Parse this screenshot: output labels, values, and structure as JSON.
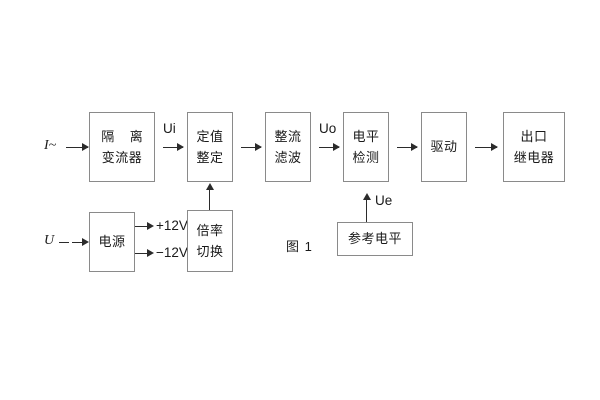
{
  "figure": {
    "caption": "图 1",
    "inputs": {
      "current": "I~",
      "voltage": "U"
    },
    "signals": {
      "ui": "Ui",
      "uo": "Uo",
      "ue": "Ue"
    },
    "rails": {
      "positive": "+12V",
      "negative": "−12V"
    },
    "blocks": {
      "isolation_ct": {
        "line1": "隔 离",
        "line2": "变流器"
      },
      "setting": {
        "line1": "定值",
        "line2": "整定"
      },
      "rectify_filter": {
        "line1": "整流",
        "line2": "滤波"
      },
      "level_detect": {
        "line1": "电平",
        "line2": "检测"
      },
      "drive": {
        "line1": "驱动"
      },
      "output_relay": {
        "line1": "出口",
        "line2": "继电器"
      },
      "power_supply": {
        "line1": "电源"
      },
      "multiplier_switch": {
        "line1": "倍率",
        "line2": "切换"
      },
      "reference_level": {
        "line1": "参考电平"
      }
    },
    "colors": {
      "box_border": "#8a8a8a",
      "line": "#2b2b2b",
      "text": "#1a1a1a",
      "background": "#ffffff"
    }
  }
}
